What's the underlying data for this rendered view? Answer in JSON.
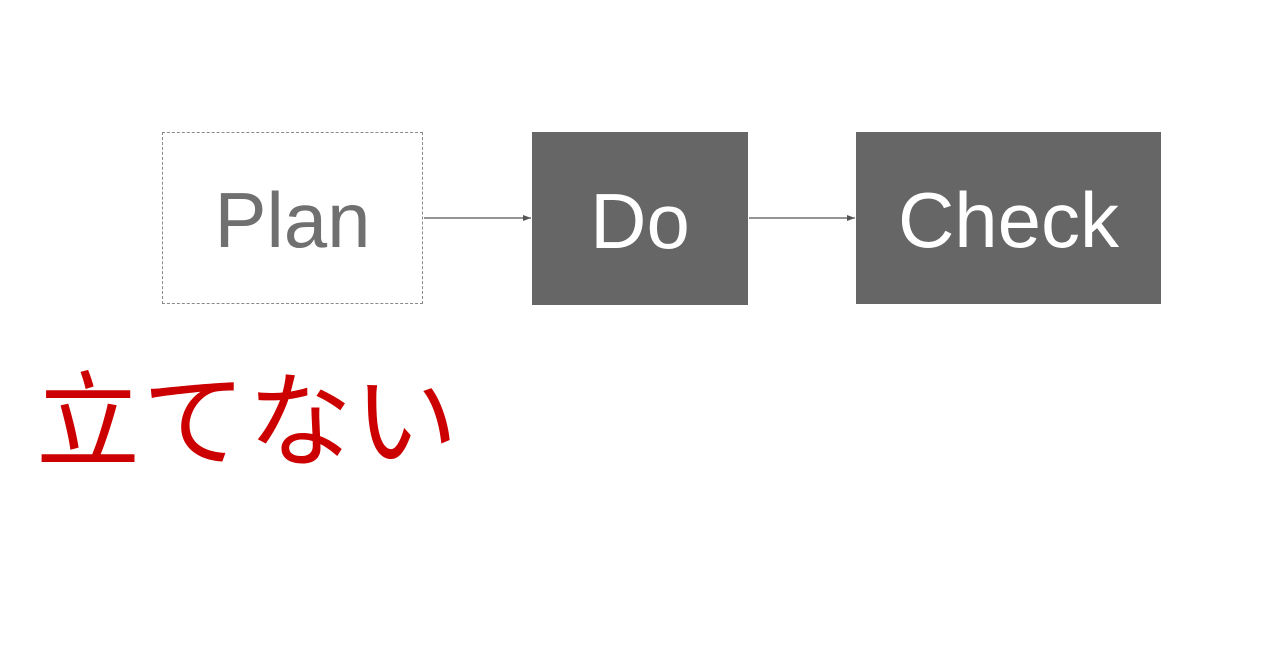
{
  "diagram": {
    "steps": [
      {
        "label": "Plan",
        "style": "dashed-outline"
      },
      {
        "label": "Do",
        "style": "filled"
      },
      {
        "label": "Check",
        "style": "filled"
      }
    ],
    "colors": {
      "filled_box": "#666666",
      "filled_text": "#ffffff",
      "outline_border": "#8a8a8a",
      "outline_text": "#707070",
      "arrow": "#555555"
    }
  },
  "caption": {
    "text": "立てない",
    "color": "#cc0000"
  }
}
